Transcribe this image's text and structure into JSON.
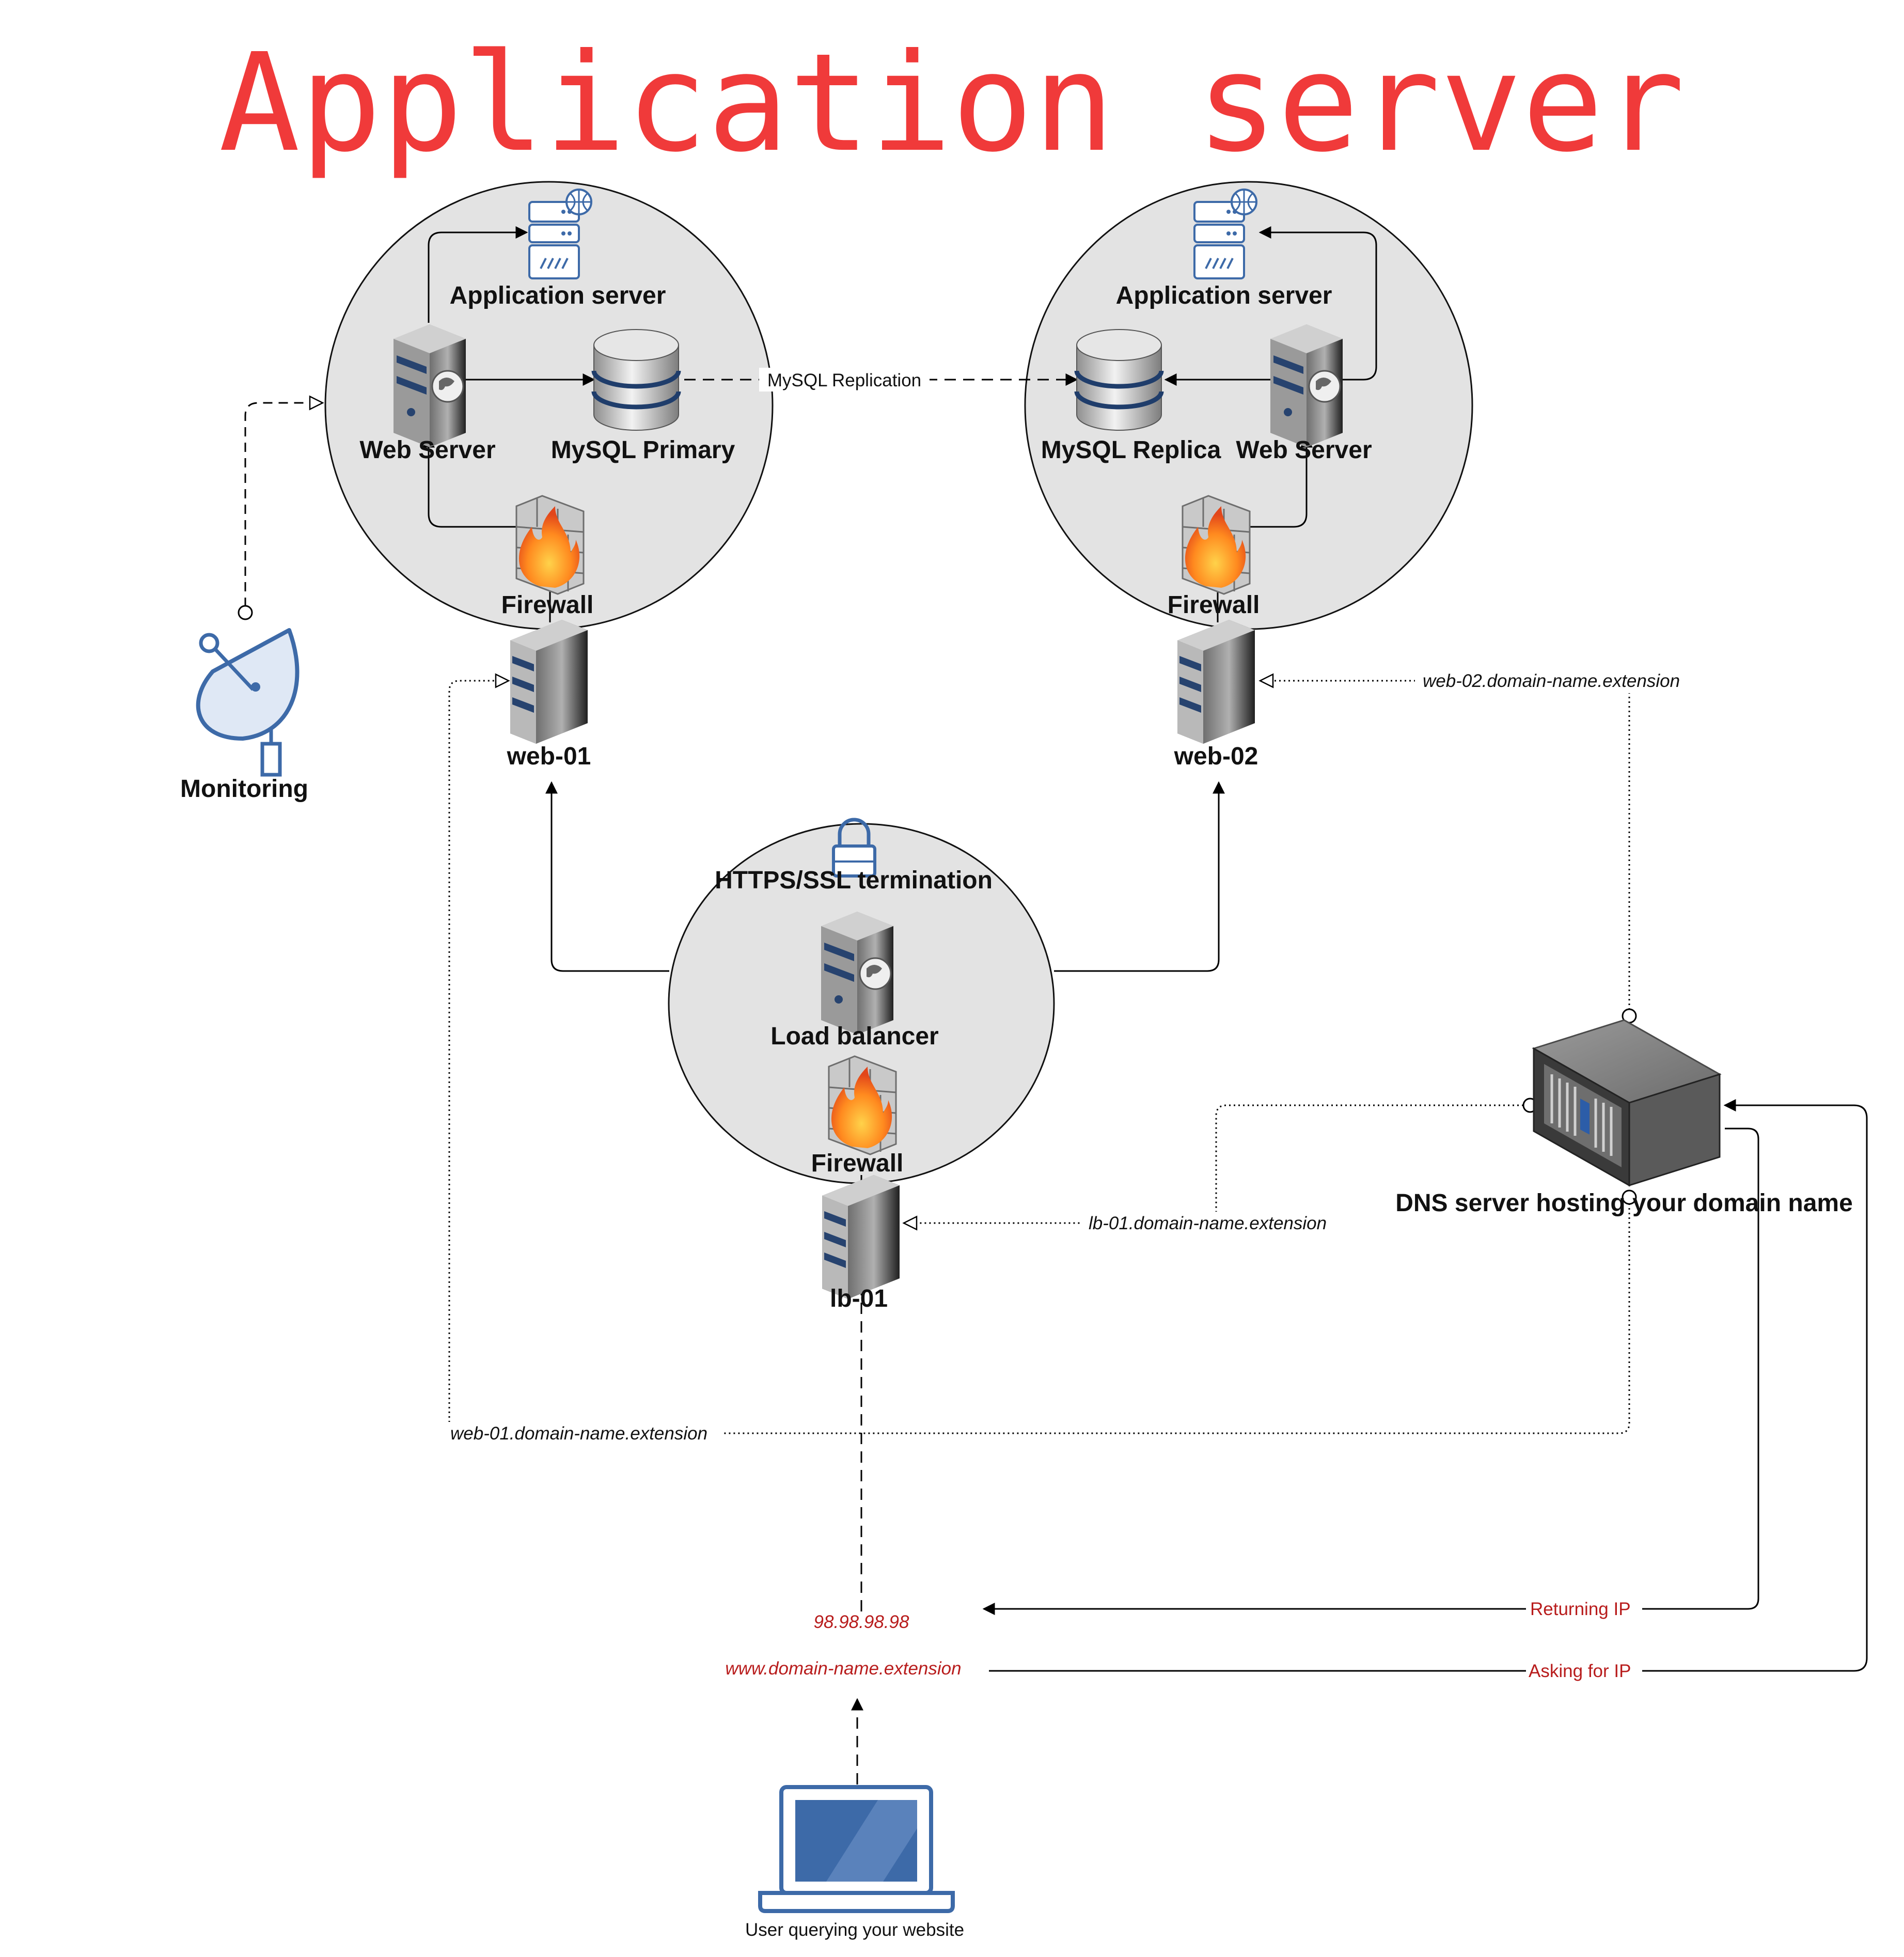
{
  "title": "Application server",
  "clusters": {
    "left": {
      "app_server": "Application server",
      "web_server": "Web Server",
      "database": "MySQL Primary",
      "firewall": "Firewall",
      "host": "web-01"
    },
    "right": {
      "app_server": "Application server",
      "web_server": "Web Server",
      "database": "MySQL Replica",
      "firewall": "Firewall",
      "host": "web-02"
    },
    "balancer": {
      "ssl": "HTTPS/SSL termination",
      "load_balancer": "Load balancer",
      "firewall": "Firewall",
      "host": "lb-01"
    }
  },
  "replication_label": "MySQL Replication",
  "monitoring_label": "Monitoring",
  "dns_label": "DNS server hosting your domain name",
  "dns_records": {
    "web01": "web-01.domain-name.extension",
    "web02": "web-02.domain-name.extension",
    "lb01": "lb-01.domain-name.extension"
  },
  "request": {
    "ip": "98.98.98.98",
    "domain": "www.domain-name.extension",
    "returning": "Returning IP",
    "asking": "Asking for IP"
  },
  "user_label": "User querying your website",
  "colors": {
    "title": "#f03a3a",
    "request_text": "#b81c1c",
    "cluster_fill": "#e3e3e3",
    "icon_blue": "#3d6aa8"
  }
}
